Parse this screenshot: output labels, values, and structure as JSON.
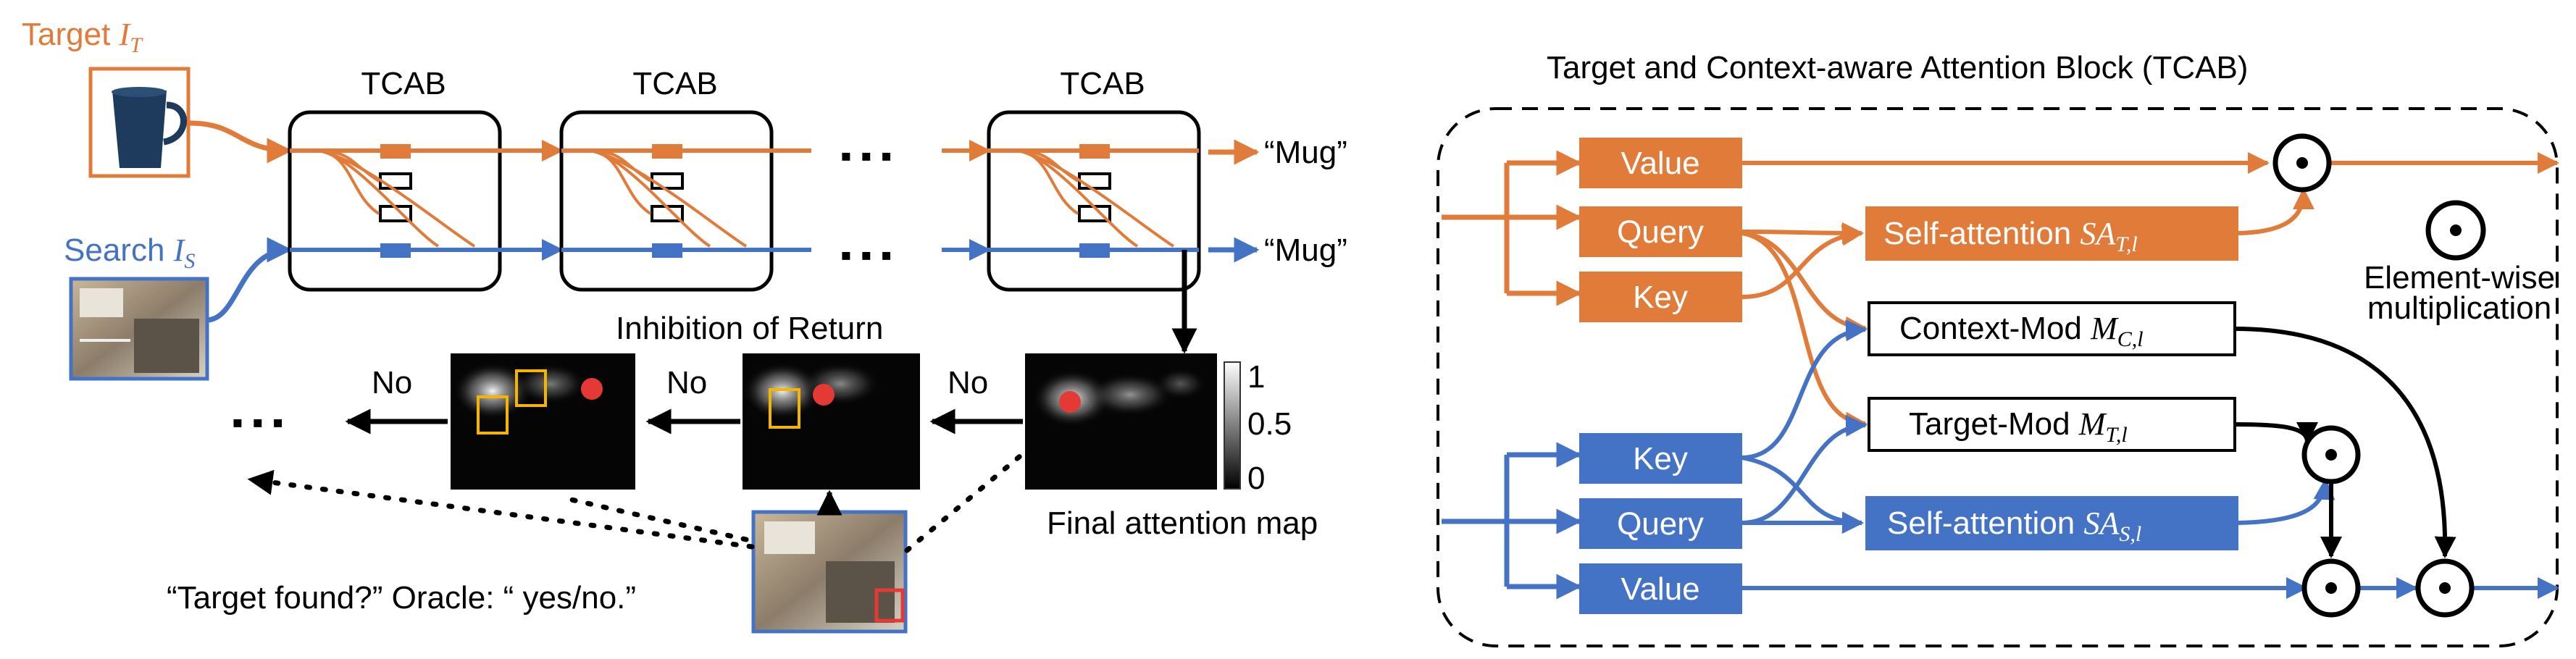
{
  "colors": {
    "orange": "#E07B39",
    "blue": "#4472C4",
    "black": "#000000",
    "dot_red": "#E53935",
    "window_yellow": "#F5B400",
    "found_red": "#E53935"
  },
  "left": {
    "target_label": "Target",
    "target_symbol": "I",
    "target_sub": "T",
    "search_label": "Search",
    "search_symbol": "I",
    "search_sub": "S",
    "target_icon": "mug-photo",
    "search_icon": "kitchen-photo",
    "tcab_labels": [
      "TCAB",
      "TCAB",
      "TCAB"
    ],
    "outputs": [
      "“Mug”",
      "“Mug”"
    ],
    "ellipsis": "▪ ▪ ▪",
    "inhibition_label": "Inhibition of Return",
    "no_labels": [
      "No",
      "No",
      "No"
    ],
    "colorbar_ticks": [
      "1",
      "0.5",
      "0"
    ],
    "final_map_label": "Final attention map",
    "oracle_text": "“Target found?” Oracle: “ yes/no.”"
  },
  "right": {
    "title": "Target and Context-aware Attention Block (TCAB)",
    "value_top": "Value",
    "query_top": "Query",
    "key_top": "Key",
    "sa_t_label": "Self-attention",
    "sa_t_sym": "SA",
    "sa_t_sub": "T,l",
    "context_mod_label": "Context-Mod",
    "context_mod_sym": "M",
    "context_mod_sub": "C,l",
    "target_mod_label": "Target-Mod",
    "target_mod_sym": "M",
    "target_mod_sub": "T,l",
    "key_bottom": "Key",
    "query_bottom": "Query",
    "value_bottom": "Value",
    "sa_s_label": "Self-attention",
    "sa_s_sym": "SA",
    "sa_s_sub": "S,l",
    "legend_line1": "Element-wise",
    "legend_line2": "multiplication",
    "multiply_icon": "odot-icon"
  }
}
